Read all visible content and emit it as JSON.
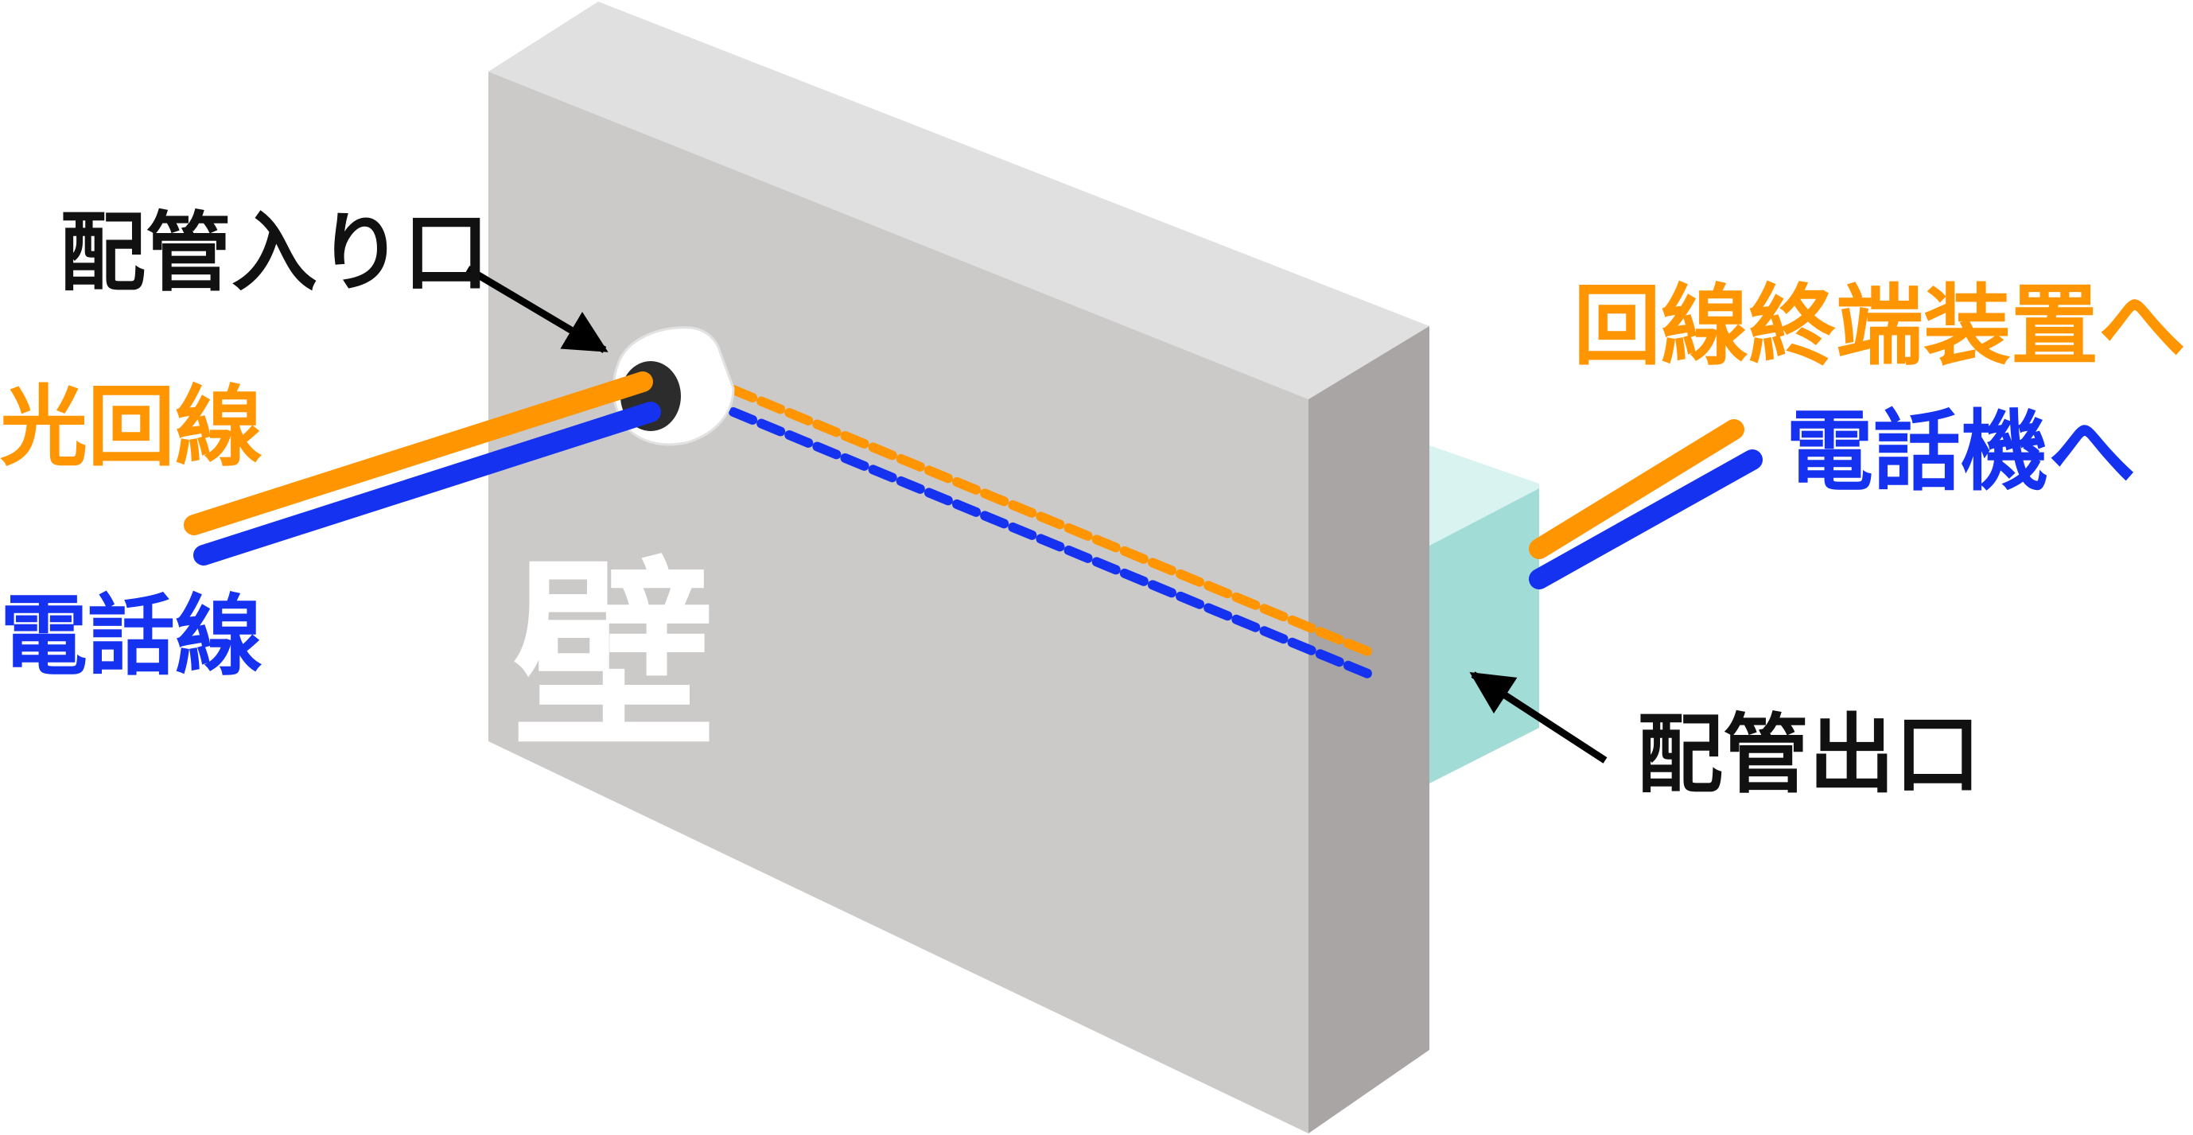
{
  "labels": {
    "wall": "壁",
    "pipe_entrance": "配管入り口",
    "pipe_exit": "配管出口",
    "optical_line": "光回線",
    "phone_line": "電話線",
    "to_terminal_device": "回線終端装置へ",
    "to_telephone": "電話機へ"
  },
  "colors": {
    "optical_line": "#ff9500",
    "phone_line": "#1432f0",
    "wall_front": "#cccac9",
    "wall_top": "#e0e0e0",
    "wall_side": "#a9a5a5",
    "outlet_box_front": "#a2dcd7",
    "outlet_box_top": "#d9f3f1",
    "label_text": "#111111"
  },
  "icons": {
    "pipe_entrance": "grommet-icon",
    "arrows": "arrow-icon"
  }
}
